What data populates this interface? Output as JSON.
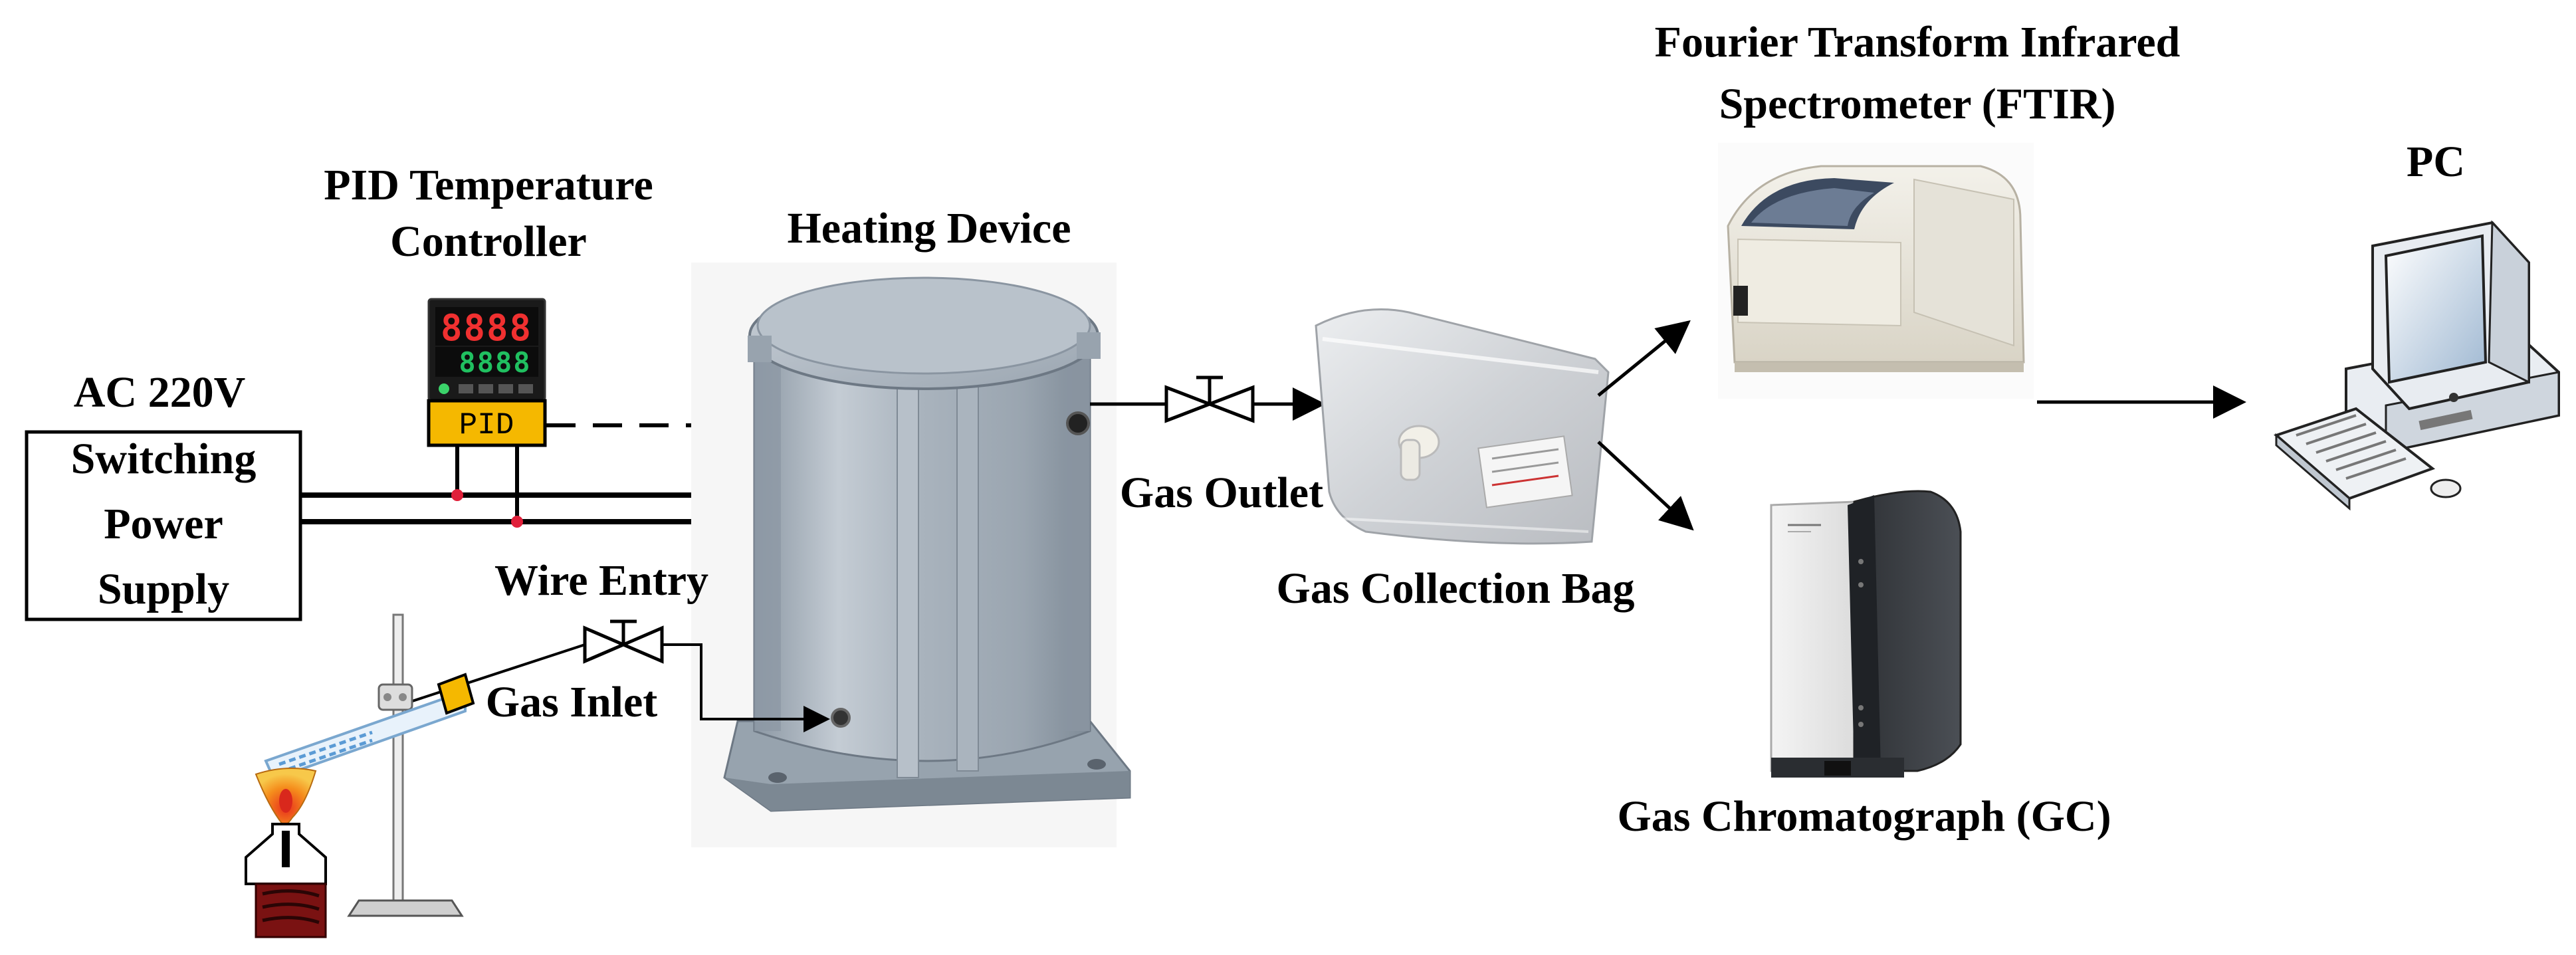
{
  "labels": {
    "power_supply_voltage": "AC 220V",
    "power_supply_line1": "Switching",
    "power_supply_line2": "Power",
    "power_supply_line3": "Supply",
    "pid_line1": "PID Temperature",
    "pid_line2": "Controller",
    "heating_device": "Heating Device",
    "wire_entry": "Wire Entry",
    "gas_inlet": "Gas Inlet",
    "gas_outlet": "Gas Outlet",
    "gas_collection_bag": "Gas Collection Bag",
    "ftir_line1": "Fourier Transform Infrared",
    "ftir_line2": "Spectrometer (FTIR)",
    "gc": "Gas Chromatograph (GC)",
    "pc": "PC"
  },
  "pid_display": {
    "top_value": "8888",
    "bottom_value": "8888",
    "badge": "PID"
  },
  "colors": {
    "pid_badge": "#f5b800",
    "cylinder": "#a7b2bd",
    "bag": "#d8dadd",
    "flame": "#f59a1c",
    "connector_dot": "#e0203a",
    "lamp_base": "#7a1212"
  }
}
